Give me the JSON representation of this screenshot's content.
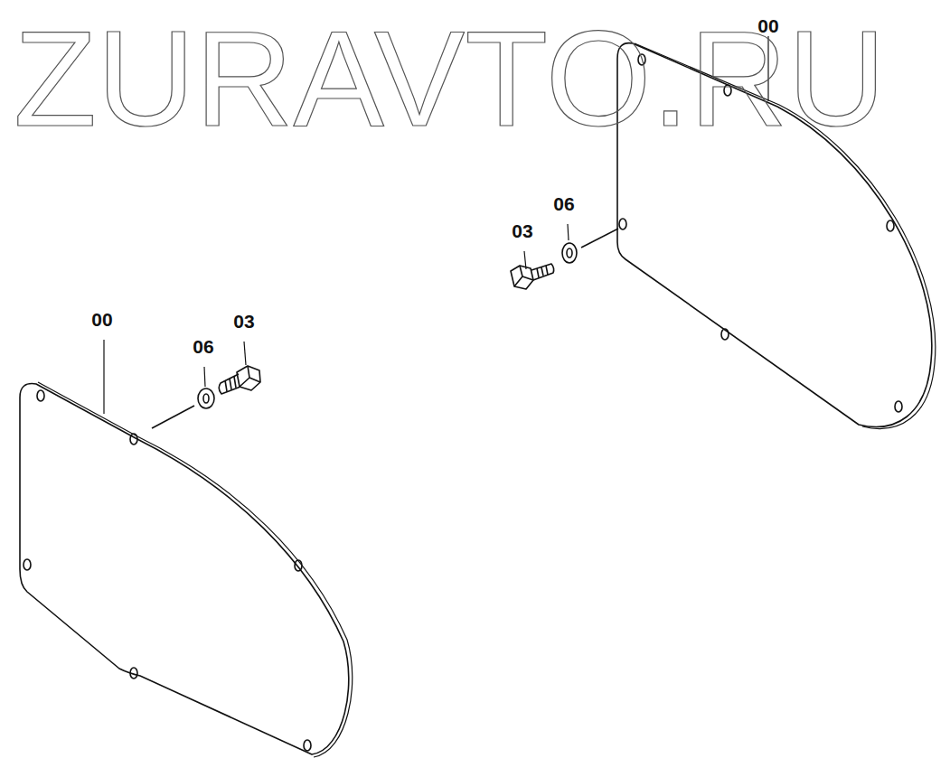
{
  "diagram": {
    "labels": [
      "ZURAVTO.RU",
      "00",
      "06",
      "03",
      "00",
      "03",
      "06"
    ]
  }
}
